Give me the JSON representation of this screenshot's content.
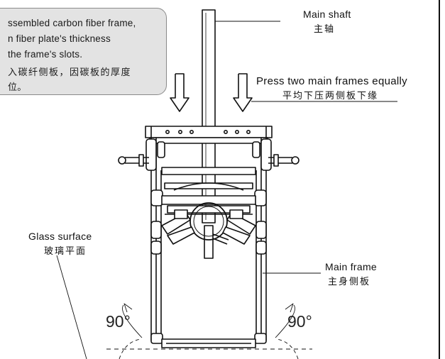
{
  "note": {
    "lines": [
      "ssembled carbon fiber frame,",
      "n fiber plate's thickness",
      "the frame's slots.",
      "入碳纤侧板，因碳板的厚度",
      "位。"
    ]
  },
  "labels": {
    "main_shaft_en": "Main shaft",
    "main_shaft_zh": "主轴",
    "press_en": "Press two main frames equally",
    "press_zh": "平均下压两侧板下缘",
    "glass_en": "Glass surface",
    "glass_zh": "玻璃平面",
    "main_frame_en": "Main frame",
    "main_frame_zh": "主身侧板",
    "angle_left": "90°",
    "angle_right": "90°"
  },
  "colors": {
    "note_bg": "#e3e3e3",
    "note_border": "#8a8a8a",
    "line": "#111111"
  }
}
